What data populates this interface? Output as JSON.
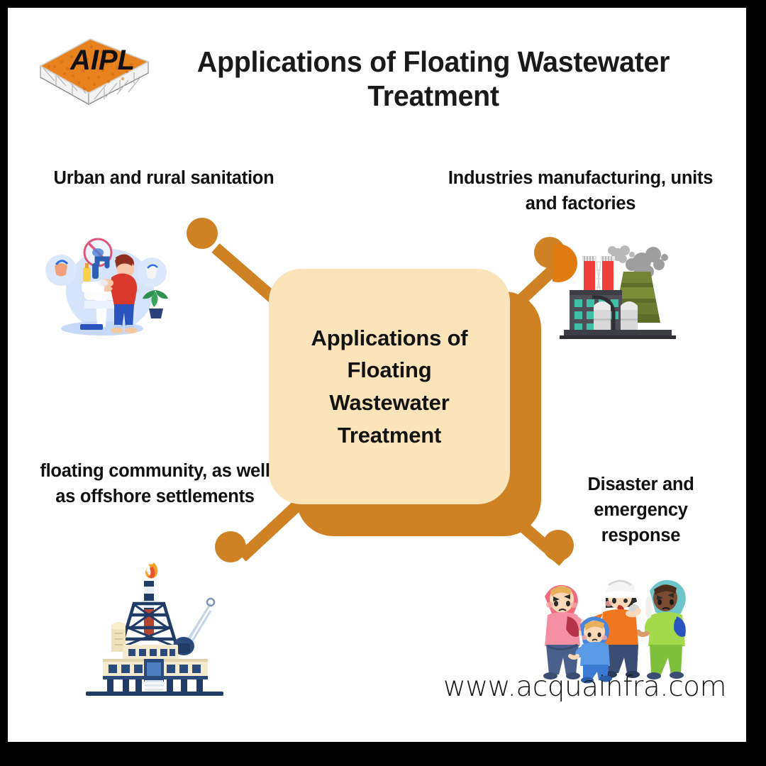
{
  "brand": {
    "logo_text": "AIPL",
    "logo_alt": "AIPL floating platform logo"
  },
  "header": {
    "title": "Applications of Floating Wastewater Treatment"
  },
  "center": {
    "label": "Applications of Floating Wastewater Treatment"
  },
  "nodes": [
    {
      "id": "urban-rural-sanitation",
      "label": "Urban and rural sanitation",
      "position": "top-left",
      "icon": "handwashing-sanitation-illustration"
    },
    {
      "id": "industries-manufacturing",
      "label": "Industries manufacturing, units and factories",
      "position": "top-right",
      "icon": "factory-illustration"
    },
    {
      "id": "floating-community-offshore",
      "label": "floating community, as well as offshore settlements",
      "position": "bottom-left",
      "icon": "offshore-oil-rig-illustration"
    },
    {
      "id": "disaster-emergency-response",
      "label": "Disaster and emergency response",
      "position": "bottom-right",
      "icon": "evacuation-people-illustration"
    }
  ],
  "footer": {
    "website": "www.acquainfra.com"
  },
  "colors": {
    "accent_orange": "#CE8224",
    "card_cream": "#FBE4B9",
    "frame_black": "#000000",
    "canvas_white": "#FFFFFF",
    "text_dark": "#111111",
    "logo_orange": "#E8821E"
  }
}
